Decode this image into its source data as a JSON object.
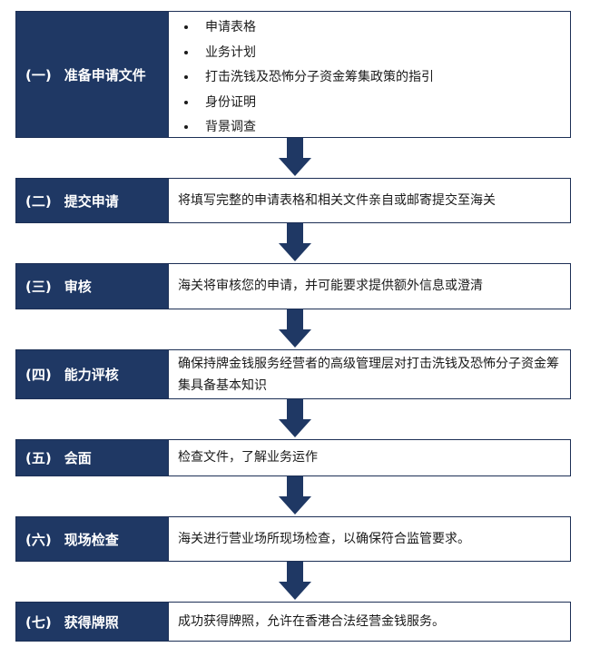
{
  "steps": [
    {
      "num": "(一)",
      "title": "准备申请文件",
      "items": [
        "申请表格",
        "业务计划",
        "打击洗钱及恐怖分子资金筹集政策的指引",
        "身份证明",
        "背景调查"
      ]
    },
    {
      "num": "(二)",
      "title": "提交申请",
      "text": "将填写完整的申请表格和相关文件亲自或邮寄提交至海关"
    },
    {
      "num": "(三)",
      "title": "审核",
      "text": "海关将审核您的申请，并可能要求提供额外信息或澄清"
    },
    {
      "num": "(四)",
      "title": "能力评核",
      "text": "确保持牌金钱服务经营者的高级管理层对打击洗钱及恐怖分子资金筹集具备基本知识"
    },
    {
      "num": "(五)",
      "title": "会面",
      "text": "检查文件，了解业务运作"
    },
    {
      "num": "(六)",
      "title": "现场检查",
      "text": "海关进行营业场所现场检查，以确保符合监管要求。"
    },
    {
      "num": "(七)",
      "title": "获得牌照",
      "text": "成功获得牌照，允许在香港合法经营金钱服务。"
    }
  ],
  "colors": {
    "label_bg": "#1f3864",
    "arrow": "#1f3864",
    "border": "#1c2f55"
  }
}
